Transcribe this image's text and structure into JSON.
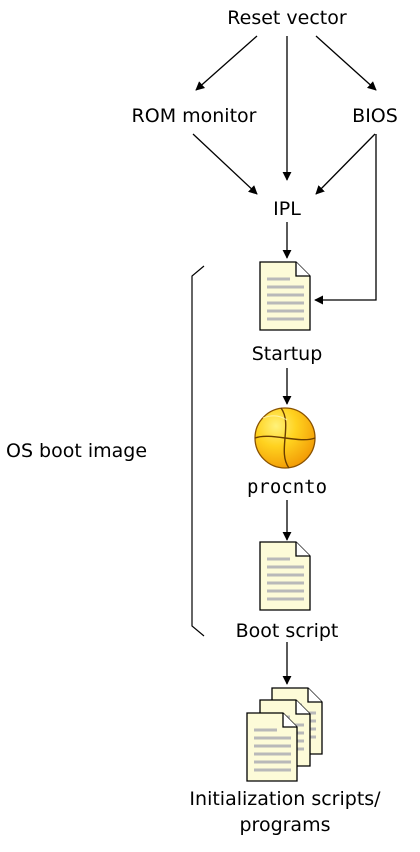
{
  "nodes": {
    "reset_vector": "Reset vector",
    "rom_monitor": "ROM monitor",
    "bios": "BIOS",
    "ipl": "IPL",
    "startup": "Startup",
    "procnto": "procnto",
    "boot_script": "Boot script",
    "init_line1": "Initialization scripts/",
    "init_line2": "programs"
  },
  "group_label": "OS boot image",
  "colors": {
    "line": "#000000",
    "doc_fill": "#fdfbd8",
    "doc_lines": "#b9b9b9",
    "globe_light": "#ffe033",
    "globe_dark": "#f5a10a"
  },
  "icons": {
    "startup": "document-icon",
    "procnto": "globe-icon",
    "boot_script": "document-icon",
    "init": "stacked-documents-icon"
  }
}
